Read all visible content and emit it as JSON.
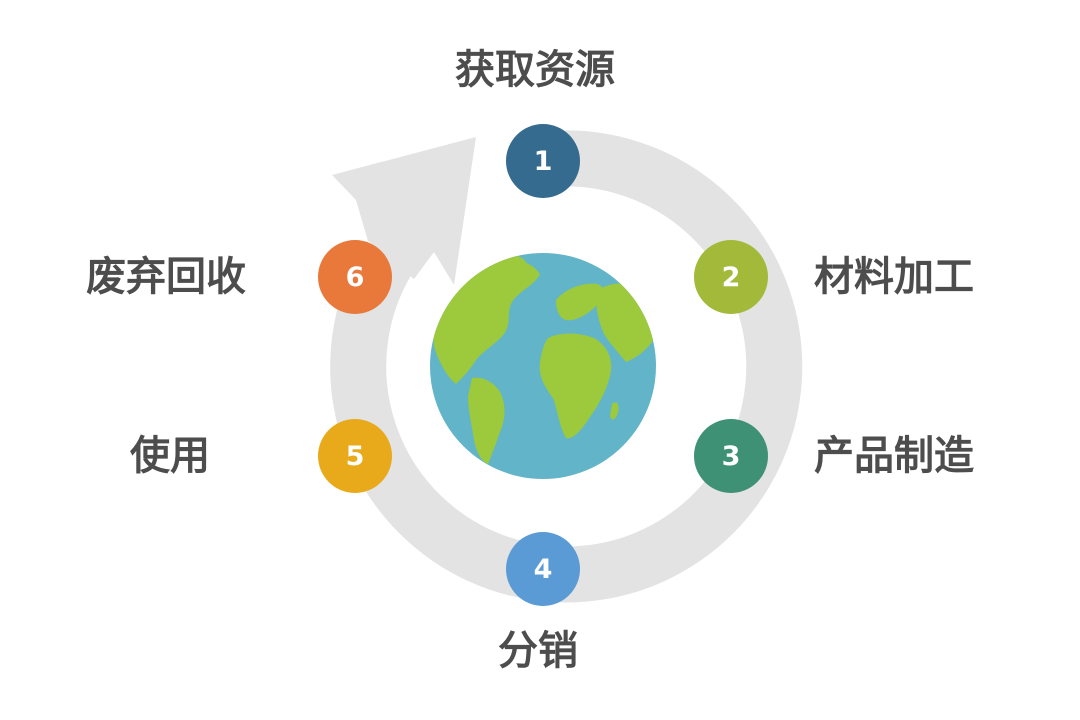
{
  "colors": {
    "ring": "#e3e3e3",
    "ocean": "#62b4c8",
    "land": "#9dc93c",
    "label_text": "#4d4d4d",
    "node_text": "#ffffff"
  },
  "stages": [
    {
      "number": "1",
      "label": "获取资源",
      "color": "#356b8e"
    },
    {
      "number": "2",
      "label": "材料加工",
      "color": "#a2b93a"
    },
    {
      "number": "3",
      "label": "产品制造",
      "color": "#3e9175"
    },
    {
      "number": "4",
      "label": "分销",
      "color": "#5b9bd5"
    },
    {
      "number": "5",
      "label": "使用",
      "color": "#e8aa1b"
    },
    {
      "number": "6",
      "label": "废弃回收",
      "color": "#e9793b"
    }
  ],
  "center_icon": "globe-icon"
}
